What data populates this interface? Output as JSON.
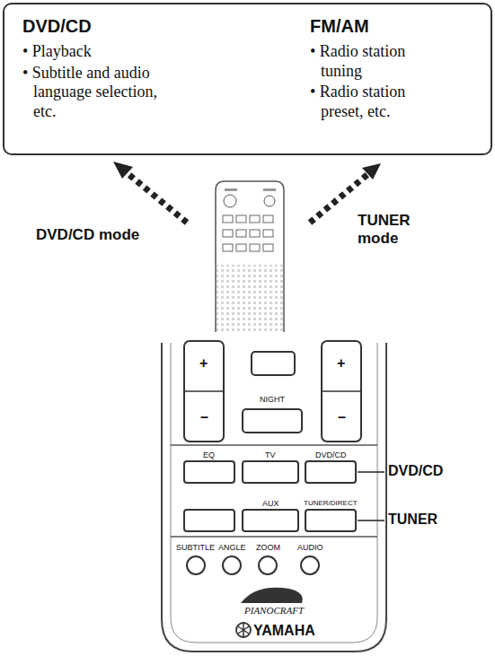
{
  "diagram": {
    "nodes": [
      {
        "text": [
          "DVD/CD",
          "• Playback",
          "• Subtitle and audio language selection, etc.",
          "FM/AM",
          "• Radio station tuning",
          "• Radio station preset, etc."
        ]
      }
    ],
    "labels": [
      "DVD/CD mode",
      "TUNER mode",
      "NIGHT",
      "EQ",
      "TV",
      "DVD/CD",
      "AUX",
      "TUNER/DIRECT",
      "SUBTITLE",
      "ANGLE",
      "ZOOM",
      "AUDIO",
      "PIANOCRAFT",
      "YAMAHA",
      "+",
      "–",
      "+",
      "–",
      "DVD/CD",
      "TUNER"
    ]
  }
}
